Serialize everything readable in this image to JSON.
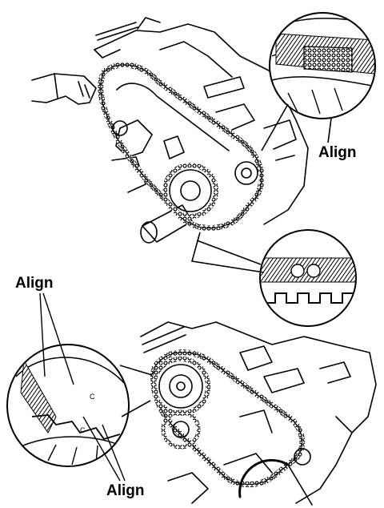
{
  "figure": {
    "description_free": true,
    "callouts": {
      "top": "Align",
      "left": "Align",
      "bottom": "Align"
    }
  }
}
